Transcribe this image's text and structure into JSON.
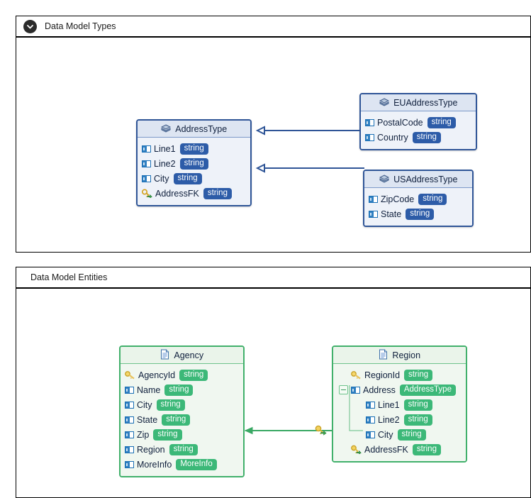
{
  "panels": [
    {
      "id": "types",
      "title": "Data Model Types",
      "collapse_icon": "chevron-down-icon",
      "collapsible": true
    },
    {
      "id": "entities",
      "title": "Data Model Entities",
      "collapsible": false
    }
  ],
  "types_diagram": {
    "accent_border": "#2f5597",
    "accent_badge": "#2d5ca8",
    "nodes": [
      {
        "name": "AddressType",
        "icon": "complex-type-icon",
        "fields": [
          {
            "name": "Line1",
            "icon": "field-icon",
            "type": "string"
          },
          {
            "name": "Line2",
            "icon": "field-icon",
            "type": "string"
          },
          {
            "name": "City",
            "icon": "field-icon",
            "type": "string"
          },
          {
            "name": "AddressFK",
            "icon": "foreign-key-icon",
            "type": "string"
          }
        ]
      },
      {
        "name": "EUAddressType",
        "icon": "complex-type-icon",
        "fields": [
          {
            "name": "PostalCode",
            "icon": "field-icon",
            "type": "string"
          },
          {
            "name": "Country",
            "icon": "field-icon",
            "type": "string"
          }
        ]
      },
      {
        "name": "USAddressType",
        "icon": "complex-type-icon",
        "fields": [
          {
            "name": "ZipCode",
            "icon": "field-icon",
            "type": "string"
          },
          {
            "name": "State",
            "icon": "field-icon",
            "type": "string"
          }
        ]
      }
    ],
    "connectors": [
      {
        "from": "EUAddressType",
        "to": "AddressType",
        "arrow": "hollow-triangle"
      },
      {
        "from": "USAddressType",
        "to": "AddressType",
        "arrow": "hollow-triangle"
      }
    ]
  },
  "entities_diagram": {
    "accent_border": "#41b06b",
    "accent_badge": "#3cb878",
    "nodes": [
      {
        "name": "Agency",
        "icon": "entity-icon",
        "fields": [
          {
            "name": "AgencyId",
            "icon": "primary-key-icon",
            "type": "string"
          },
          {
            "name": "Name",
            "icon": "field-icon",
            "type": "string"
          },
          {
            "name": "City",
            "icon": "field-icon",
            "type": "string"
          },
          {
            "name": "State",
            "icon": "field-icon",
            "type": "string"
          },
          {
            "name": "Zip",
            "icon": "field-icon",
            "type": "string"
          },
          {
            "name": "Region",
            "icon": "field-icon",
            "type": "string"
          },
          {
            "name": "MoreInfo",
            "icon": "field-icon",
            "type": "MoreInfo"
          }
        ]
      },
      {
        "name": "Region",
        "icon": "entity-icon",
        "fields": [
          {
            "name": "RegionId",
            "icon": "primary-key-icon",
            "type": "string"
          },
          {
            "name": "Address",
            "icon": "field-icon",
            "type": "AddressType",
            "toggle": "collapse-minus-icon"
          },
          {
            "name": "Line1",
            "icon": "field-icon",
            "type": "string",
            "indent": true
          },
          {
            "name": "Line2",
            "icon": "field-icon",
            "type": "string",
            "indent": true
          },
          {
            "name": "City",
            "icon": "field-icon",
            "type": "string",
            "indent": true
          },
          {
            "name": "AddressFK",
            "icon": "foreign-key-icon",
            "type": "string"
          }
        ]
      }
    ],
    "connectors": [
      {
        "from": "Region",
        "to": "Agency",
        "arrow": "solid-arrow",
        "midpoint_icon": "foreign-key-icon"
      }
    ]
  }
}
